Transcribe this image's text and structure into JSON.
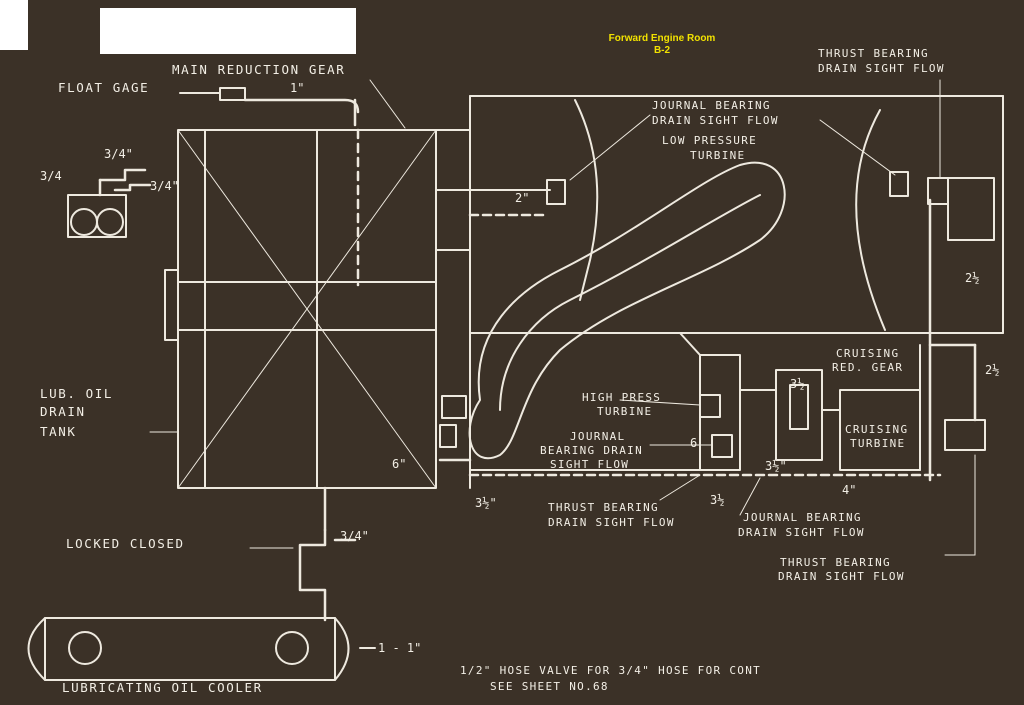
{
  "header": {
    "title": "Forward Engine Room",
    "subtitle": "B-2"
  },
  "labels": {
    "main_reduction_gear": "MAIN REDUCTION GEAR",
    "float_gage": "FLOAT GAGE",
    "lub_oil_drain_tank_1": "LUB. OIL",
    "lub_oil_drain_tank_2": "DRAIN",
    "lub_oil_drain_tank_3": "TANK",
    "locked_closed": "LOCKED CLOSED",
    "lubricating_oil_cooler": "LUBRICATING OIL COOLER",
    "journal_bearing_1_a": "JOURNAL BEARING",
    "journal_bearing_1_b": "DRAIN SIGHT FLOW",
    "low_pressure_turbine_a": "LOW PRESSURE",
    "low_pressure_turbine_b": "TURBINE",
    "thrust_bearing_top_a": "THRUST BEARING",
    "thrust_bearing_top_b": "DRAIN SIGHT FLOW",
    "cruising_red_gear_a": "CRUISING",
    "cruising_red_gear_b": "RED. GEAR",
    "cruising_turbine_a": "CRUISING",
    "cruising_turbine_b": "TURBINE",
    "high_press_turbine_a": "HIGH PRESS",
    "high_press_turbine_b": "TURBINE",
    "journal_bearing_2_a": "JOURNAL",
    "journal_bearing_2_b": "BEARING DRAIN",
    "journal_bearing_2_c": "SIGHT FLOW",
    "thrust_bearing_mid_a": "THRUST BEARING",
    "thrust_bearing_mid_b": "DRAIN SIGHT FLOW",
    "journal_bearing_3_a": "JOURNAL BEARING",
    "journal_bearing_3_b": "DRAIN SIGHT FLOW",
    "thrust_bearing_bot_a": "THRUST BEARING",
    "thrust_bearing_bot_b": "DRAIN SIGHT FLOW",
    "hose_valve_a": "1/2\" HOSE VALVE FOR 3/4\" HOSE FOR CONT",
    "hose_valve_b": "SEE SHEET NO.68"
  },
  "dimensions": {
    "d_1in": "1\"",
    "d_34_a": "3/4\"",
    "d_34_b": "3/4",
    "d_34_c": "3/4\"",
    "d_2in": "2\"",
    "d_2half_a": "2½",
    "d_2half_b": "2½",
    "d_3half_a": "3½",
    "d_3half_b": "3½\"",
    "d_3half_c": "3½\"",
    "d_3half_d": "3½",
    "d_4in": "4\"",
    "d_6in_a": "6\"",
    "d_6in_b": "6",
    "d_34_lock": "3/4\"",
    "d_1_hose": "1 - 1\""
  }
}
